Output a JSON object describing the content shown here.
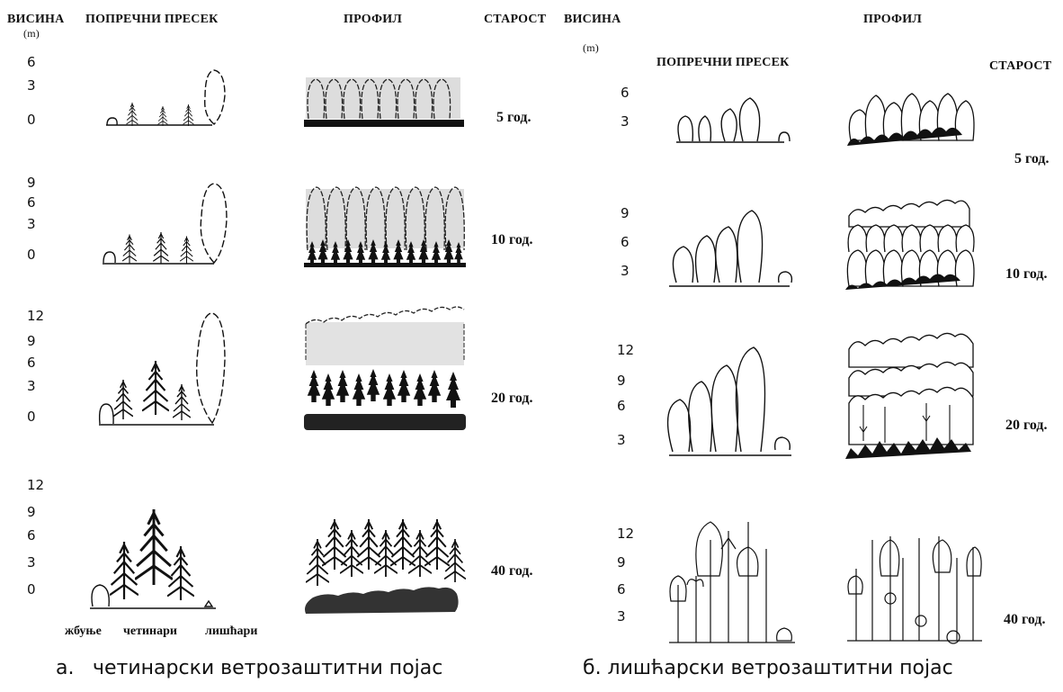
{
  "left": {
    "h_visina": "ВИСИНА",
    "h_m": "(m)",
    "h_presek": "ПОПРЕЧНИ ПРЕСЕК",
    "h_profil": "ПРОФИЛ",
    "h_starost": "СТАРОСТ",
    "rows": [
      {
        "ticks": [
          "6",
          "3",
          "0"
        ],
        "age": "5 год."
      },
      {
        "ticks": [
          "9",
          "6",
          "3",
          "0"
        ],
        "age": "10 год."
      },
      {
        "ticks": [
          "12",
          "9",
          "6",
          "3",
          "0"
        ],
        "age": "20 год."
      },
      {
        "ticks": [
          "12",
          "9",
          "6",
          "3",
          "0"
        ],
        "age": "40 год."
      }
    ],
    "legend": {
      "shrubs": "жбуње",
      "conifers": "четинари",
      "broadleaf": "лишћари"
    },
    "caption_letter": "а.",
    "caption": "четинарски ветрозаштитни појас"
  },
  "right": {
    "h_visina": "ВИСИНА",
    "h_m": "(m)",
    "h_presek": "ПОПРЕЧНИ ПРЕСЕК",
    "h_profil": "ПРОФИЛ",
    "h_starost": "СТАРОСТ",
    "rows": [
      {
        "ticks": [
          "6",
          "3"
        ],
        "age": "5 год."
      },
      {
        "ticks": [
          "9",
          "6",
          "3"
        ],
        "age": "10 год."
      },
      {
        "ticks": [
          "12",
          "9",
          "6",
          "3"
        ],
        "age": "20 год."
      },
      {
        "ticks": [
          "12",
          "9",
          "6",
          "3"
        ],
        "age": "40 год."
      }
    ],
    "caption": "б. лишћарски ветрозаштитни појас"
  }
}
